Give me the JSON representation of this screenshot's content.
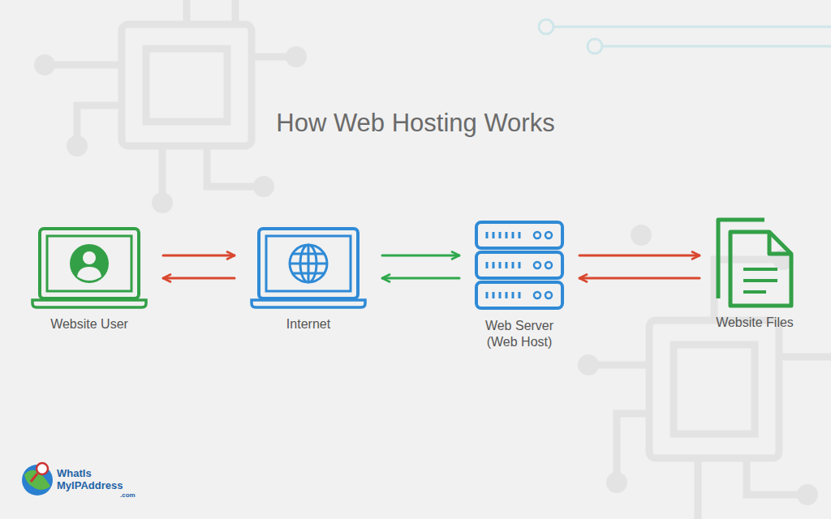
{
  "diagram": {
    "title": "How Web Hosting Works",
    "nodes": [
      {
        "text": [
          "Website User"
        ]
      },
      {
        "text": [
          "Internet"
        ]
      },
      {
        "text": [
          "Web Server (Web Host)"
        ]
      },
      {
        "text": [
          "Website Files"
        ]
      }
    ],
    "edges": [
      {
        "from": 0,
        "to": 1,
        "arrow": "to"
      },
      {
        "from": 1,
        "to": 0,
        "arrow": "to"
      },
      {
        "from": 1,
        "to": 2,
        "arrow": "to"
      },
      {
        "from": 2,
        "to": 1,
        "arrow": "to"
      },
      {
        "from": 2,
        "to": 3,
        "arrow": "to"
      },
      {
        "from": 3,
        "to": 2,
        "arrow": "to"
      }
    ],
    "labels": [
      "WhatIs",
      "MyIPAddress",
      ".com"
    ]
  }
}
